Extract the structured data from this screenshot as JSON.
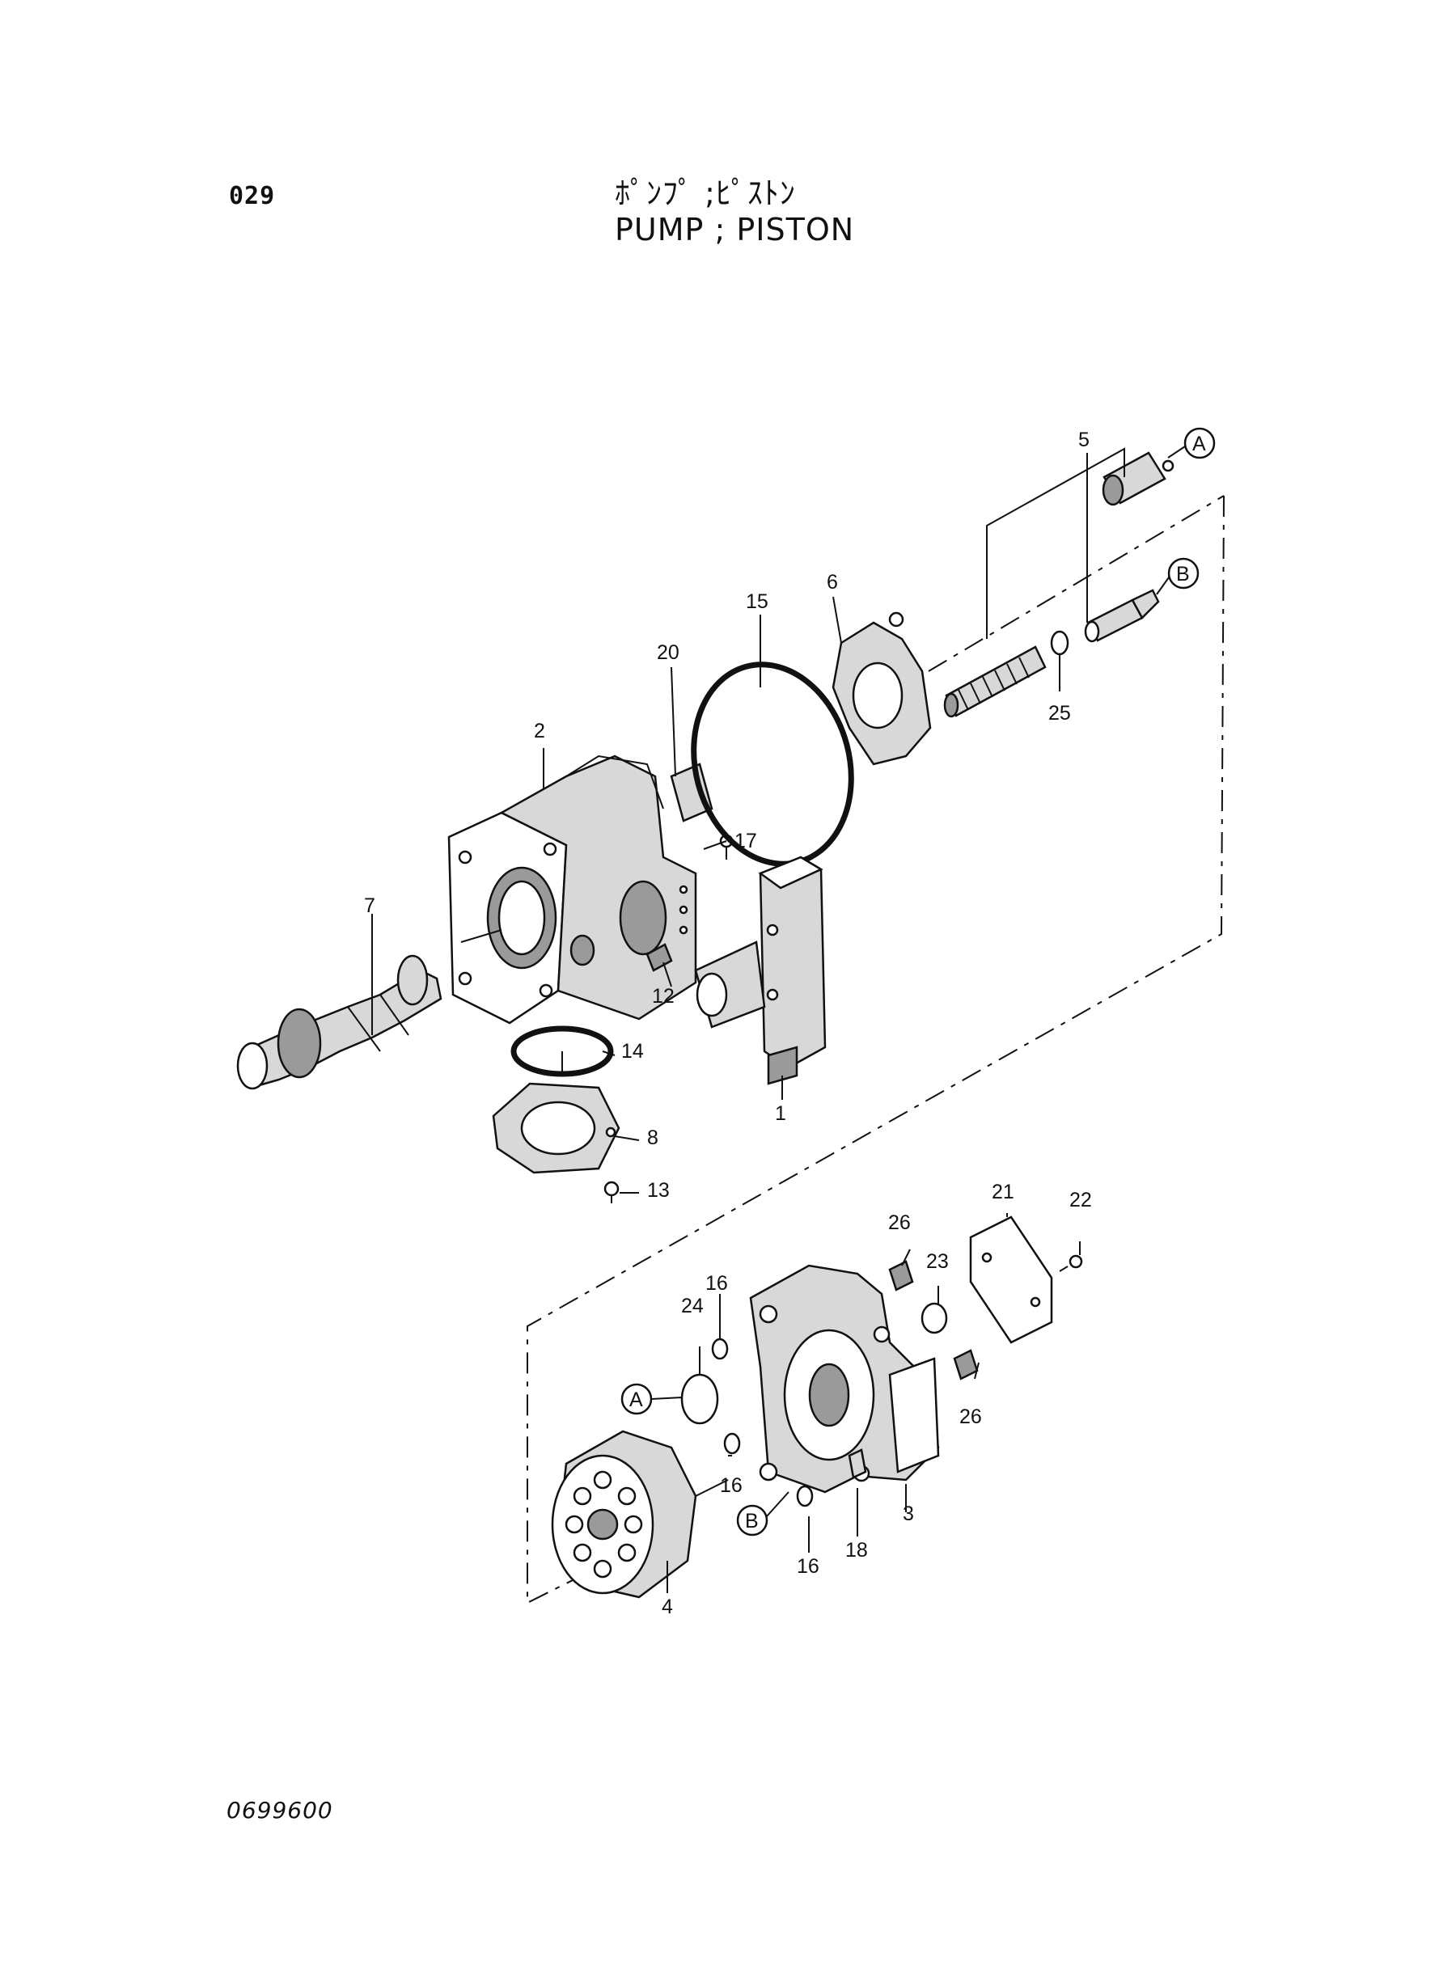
{
  "header": {
    "page_number": "029",
    "title_jp": "ﾎﾟﾝﾌﾟ ;ﾋﾟｽﾄﾝ",
    "title_en": "PUMP  ; PISTON"
  },
  "footer": {
    "drawing_code": "0699600"
  },
  "callouts": {
    "c1": "1",
    "c2": "2",
    "c3": "3",
    "c4": "4",
    "c5": "5",
    "c6": "6",
    "c7": "7",
    "c8": "8",
    "c12": "12",
    "c13": "13",
    "c14": "14",
    "c15": "15",
    "c16a": "16",
    "c16b": "16",
    "c16c": "16",
    "c17": "17",
    "c18": "18",
    "c20": "20",
    "c21": "21",
    "c22": "22",
    "c23": "23",
    "c24": "24",
    "c25": "25",
    "c26a": "26",
    "c26b": "26",
    "refA1": "A",
    "refB1": "B",
    "refA2": "A",
    "refB2": "B"
  }
}
